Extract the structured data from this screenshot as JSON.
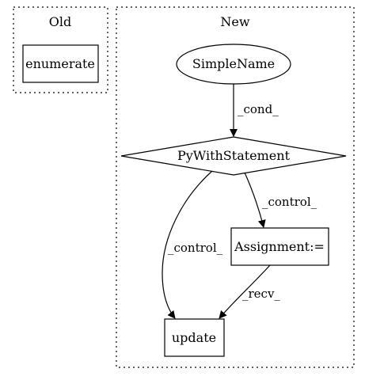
{
  "clusters": {
    "old": {
      "label": "Old"
    },
    "new": {
      "label": "New"
    }
  },
  "nodes": {
    "enumerate": {
      "label": "enumerate",
      "shape": "box"
    },
    "simplename": {
      "label": "SimpleName",
      "shape": "ellipse"
    },
    "pywith": {
      "label": "PyWithStatement",
      "shape": "diamond"
    },
    "assignment": {
      "label": "Assignment:=",
      "shape": "box"
    },
    "update": {
      "label": "update",
      "shape": "box"
    }
  },
  "edges": {
    "cond": {
      "from": "simplename",
      "to": "pywith",
      "label": "_cond_"
    },
    "control_assign": {
      "from": "pywith",
      "to": "assignment",
      "label": "_control_"
    },
    "control_update": {
      "from": "pywith",
      "to": "update",
      "label": "_control_"
    },
    "recv": {
      "from": "assignment",
      "to": "update",
      "label": "_recv_"
    }
  },
  "colors": {
    "stroke": "#000000",
    "background": "#ffffff"
  }
}
